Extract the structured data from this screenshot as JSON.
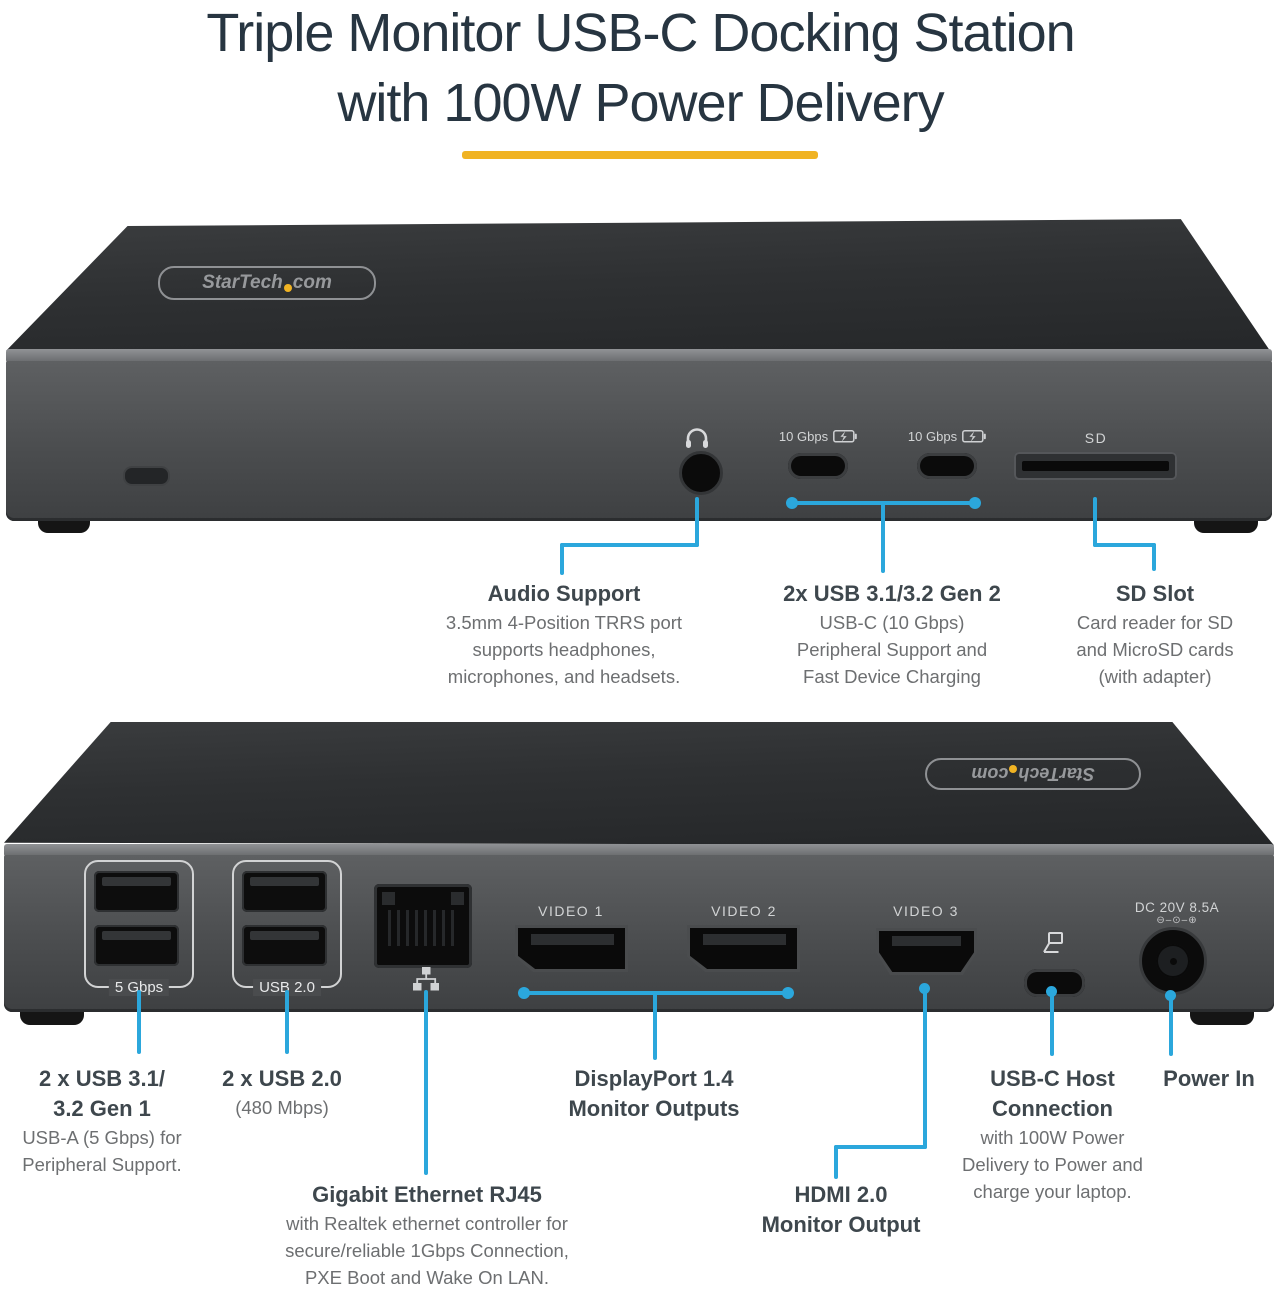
{
  "title": {
    "line1": "Triple Monitor USB-C Docking Station",
    "line2": "with 100W Power Delivery"
  },
  "colors": {
    "accent_blue": "#2BA7DC",
    "accent_yellow": "#F0B323",
    "title_text": "#273541",
    "heading_text": "#3E474D",
    "body_text": "#6D6F71"
  },
  "brand": {
    "main": "StarTech",
    "suffix": "com"
  },
  "front": {
    "port_labels": {
      "usbc_left": "10 Gbps",
      "usbc_right": "10 Gbps",
      "sd": "SD"
    },
    "callouts": {
      "audio": {
        "title": "Audio Support",
        "line1": "3.5mm 4-Position TRRS port",
        "line2": "supports headphones,",
        "line3": "microphones, and headsets."
      },
      "usb": {
        "title": "2x USB 3.1/3.2 Gen 2",
        "line1": "USB-C (10 Gbps)",
        "line2": "Peripheral Support and",
        "line3": "Fast Device Charging"
      },
      "sd": {
        "title": "SD Slot",
        "line1": "Card reader for SD",
        "line2": "and MicroSD cards",
        "line3": "(with adapter)"
      }
    }
  },
  "rear": {
    "port_labels": {
      "usb_group_left": "5 Gbps",
      "usb_group_right": "USB 2.0",
      "video1": "VIDEO 1",
      "video2": "VIDEO 2",
      "video3": "VIDEO 3",
      "power": "DC 20V 8.5A",
      "power_polarity": "⊖–⊙–⊕"
    },
    "callouts": {
      "usb31": {
        "title1": "2 x USB 3.1/",
        "title2": "3.2 Gen 1",
        "line1": "USB-A (5 Gbps) for",
        "line2": "Peripheral Support."
      },
      "usb20": {
        "title1": "2 x USB 2.0",
        "line1": "(480 Mbps)"
      },
      "ethernet": {
        "title1": "Gigabit Ethernet RJ45",
        "line1": "with Realtek ethernet controller for",
        "line2": "secure/reliable 1Gbps Connection,",
        "line3": "PXE Boot and Wake On LAN."
      },
      "displayport": {
        "title1": "DisplayPort 1.4",
        "title2": "Monitor Outputs"
      },
      "hdmi": {
        "title1": "HDMI 2.0",
        "title2": "Monitor Output"
      },
      "usbc_host": {
        "title1": "USB-C Host",
        "title2": "Connection",
        "line1": "with 100W Power",
        "line2": "Delivery to Power and",
        "line3": "charge your laptop."
      },
      "power": {
        "title1": "Power In"
      }
    }
  }
}
